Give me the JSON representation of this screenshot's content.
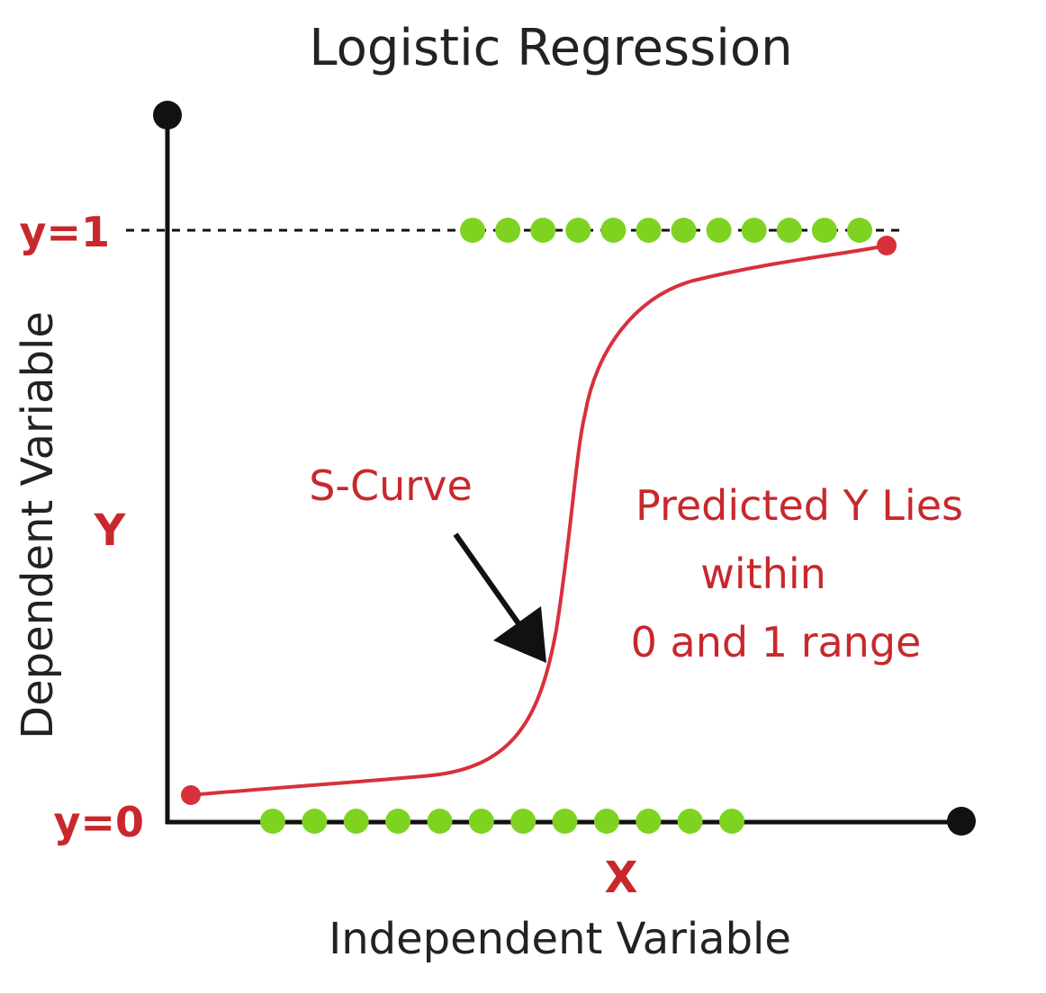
{
  "title": "Logistic Regression",
  "y_axis": {
    "title": "Dependent Variable",
    "symbol": "Y",
    "top_label": "y=1",
    "bottom_label": "y=0"
  },
  "x_axis": {
    "title": "Independent Variable",
    "symbol": "X"
  },
  "annotations": {
    "s_curve": "S-Curve",
    "predicted_lines": [
      "Predicted Y Lies",
      "within",
      "0 and 1 range"
    ]
  },
  "points": {
    "top_count": 12,
    "bottom_count": 12
  },
  "colors": {
    "axis": "#111111",
    "curve": "#d8303a",
    "labels": "#c8282c",
    "points": "#7ed321",
    "text": "#222222"
  }
}
